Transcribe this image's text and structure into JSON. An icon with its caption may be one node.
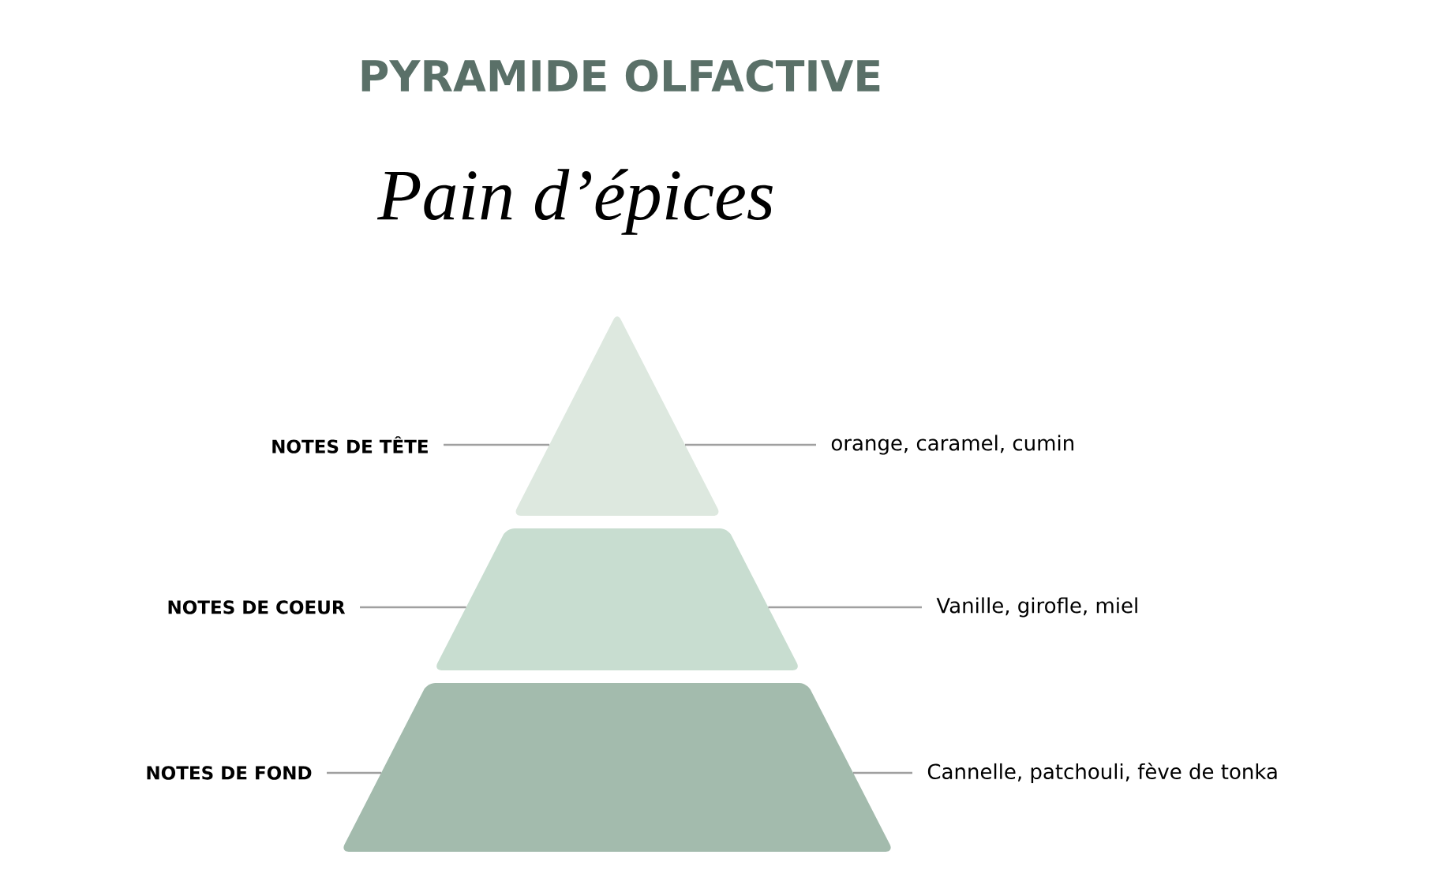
{
  "diagram": {
    "title": "PYRAMIDE OLFACTIVE",
    "nodes": [
      {
        "text": [],
        "shape": "triangle"
      },
      {
        "text": [],
        "shape": "trapezoid"
      },
      {
        "text": [],
        "shape": "trapezoid"
      },
      {
        "text": [
          "NOTES DE TÊTE"
        ]
      },
      {
        "text": [
          "orange, caramel, cumin"
        ]
      },
      {
        "text": [
          "NOTES DE COEUR"
        ]
      },
      {
        "text": [
          "Vanille, girofle, miel"
        ]
      },
      {
        "text": [
          "NOTES DE FOND"
        ]
      },
      {
        "text": [
          "Cannelle, patchouli, fève de tonka"
        ]
      }
    ],
    "edges": [
      {
        "from": 3,
        "to": 0,
        "arrow": "none"
      },
      {
        "from": 4,
        "to": 0,
        "arrow": "none"
      },
      {
        "from": 5,
        "to": 1,
        "arrow": "none"
      },
      {
        "from": 6,
        "to": 1,
        "arrow": "none"
      },
      {
        "from": 7,
        "to": 2,
        "arrow": "none"
      },
      {
        "from": 8,
        "to": 2,
        "arrow": "none"
      }
    ],
    "labels": [
      "Pain d’épices"
    ]
  }
}
